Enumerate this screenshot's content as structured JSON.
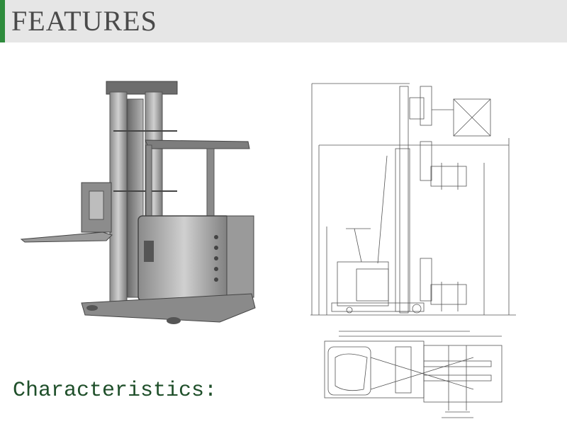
{
  "header": {
    "title": "FEATURES",
    "accent_color": "#2e8b3c",
    "background_color": "#e6e6e6"
  },
  "photo": {
    "subject": "forklift-photo"
  },
  "drawing": {
    "subject": "forklift-technical-drawing"
  },
  "section": {
    "characteristics_label": "Characteristics:",
    "label_color": "#1f4f2a"
  }
}
